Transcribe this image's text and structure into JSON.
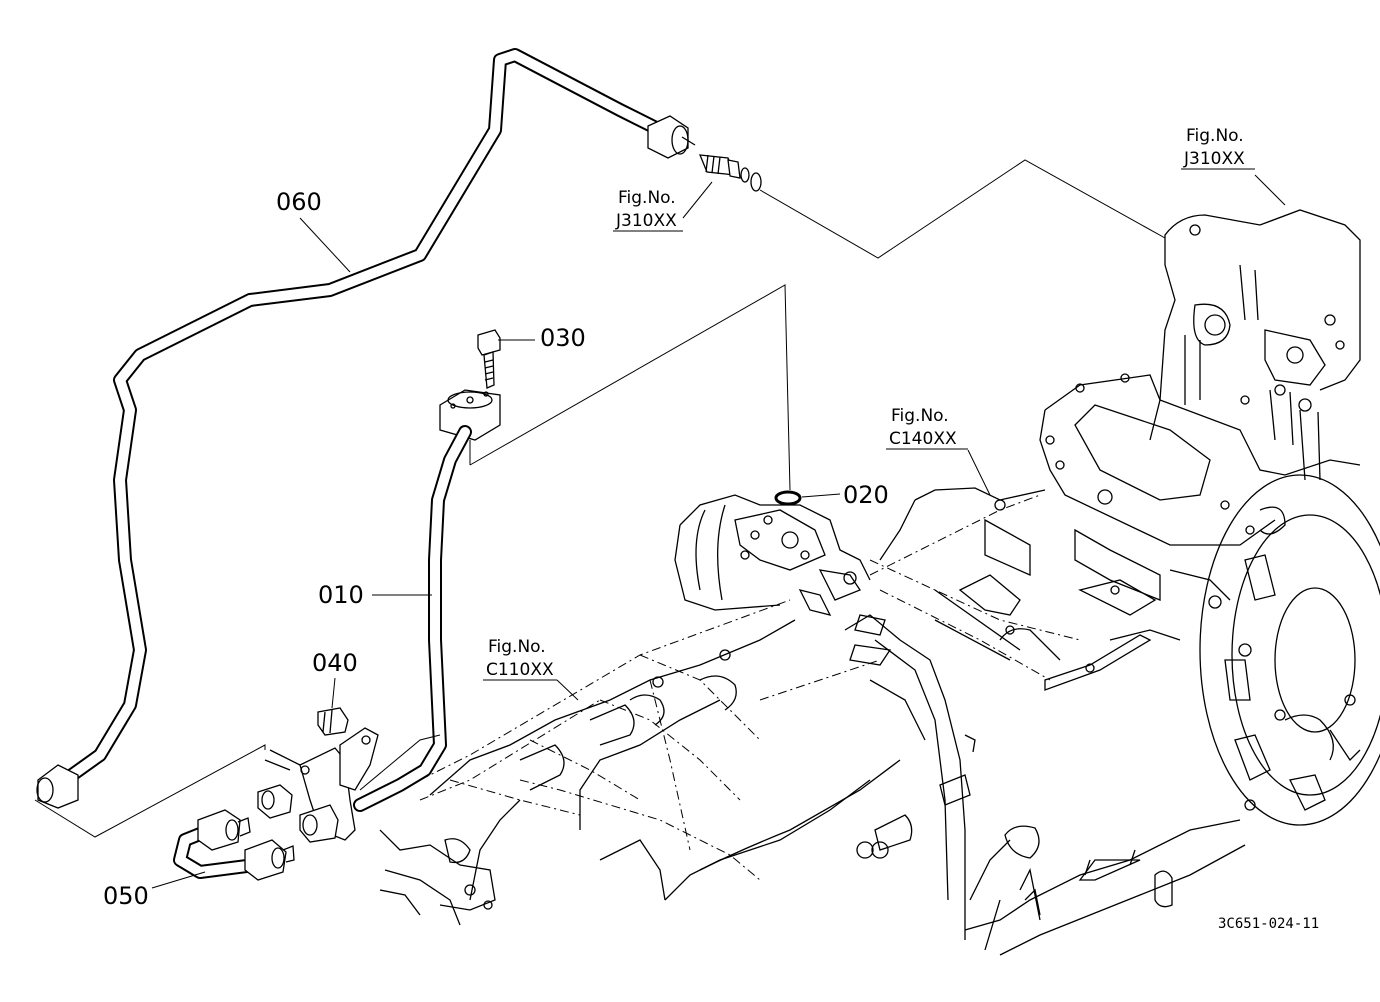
{
  "parts": {
    "p010": "010",
    "p020": "020",
    "p030": "030",
    "p040": "040",
    "p050": "050",
    "p060": "060"
  },
  "figrefs": {
    "fig_j310_a": {
      "title": "Fig.No.",
      "code": "J310XX"
    },
    "fig_j310_b": {
      "title": "Fig.No.",
      "code": "J310XX"
    },
    "fig_c140": {
      "title": "Fig.No.",
      "code": "C140XX"
    },
    "fig_c110": {
      "title": "Fig.No.",
      "code": "C110XX"
    }
  },
  "drawing_code": "3C651-024-11"
}
